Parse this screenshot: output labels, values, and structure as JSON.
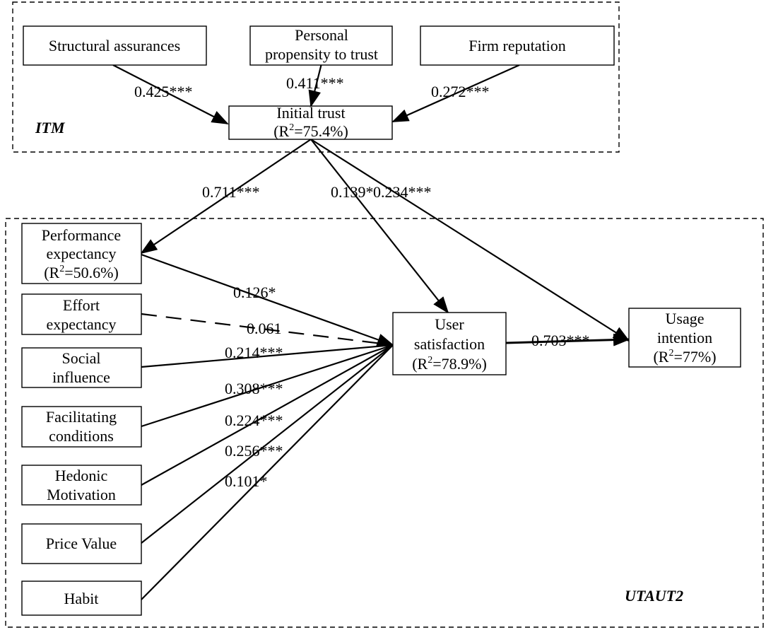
{
  "groups": {
    "itm": "ITM",
    "utaut2": "UTAUT2"
  },
  "nodes": {
    "structural_assurances": [
      "Structural assurances"
    ],
    "personal_propensity": [
      "Personal",
      "propensity to trust"
    ],
    "firm_reputation": [
      "Firm reputation"
    ],
    "initial_trust": {
      "name": "Initial trust",
      "r2_prefix": "(R",
      "r2_sup": "2",
      "r2_value": "=75.4%)"
    },
    "performance_expectancy": {
      "lines": [
        "Performance",
        "expectancy"
      ],
      "r2_prefix": "(R",
      "r2_sup": "2",
      "r2_value": "=50.6%)"
    },
    "effort_expectancy": [
      "Effort",
      "expectancy"
    ],
    "social_influence": [
      "Social",
      "influence"
    ],
    "facilitating_conditions": [
      "Facilitating",
      "conditions"
    ],
    "hedonic_motivation": [
      "Hedonic",
      "Motivation"
    ],
    "price_value": [
      "Price Value"
    ],
    "habit": [
      "Habit"
    ],
    "user_satisfaction": {
      "lines": [
        "User",
        "satisfaction"
      ],
      "r2_prefix": "(R",
      "r2_sup": "2",
      "r2_value": "=78.9%)"
    },
    "usage_intention": {
      "lines": [
        "Usage",
        "intention"
      ],
      "r2_prefix": "(R",
      "r2_sup": "2",
      "r2_value": "=77%)"
    }
  },
  "paths": {
    "sa_it": "0.425***",
    "pp_it": "0.411***",
    "fr_it": "0.272***",
    "it_pe": "0.711***",
    "it_us": "0.139*",
    "it_ui": "0.234***",
    "pe_us": "0.126*",
    "ee_us": "0.061",
    "si_us": "0.214***",
    "fc_us": "0.308***",
    "hm_us": "0.224***",
    "pv_us": "0.256***",
    "hb_us": "0.101*",
    "us_ui": "0.703***"
  }
}
